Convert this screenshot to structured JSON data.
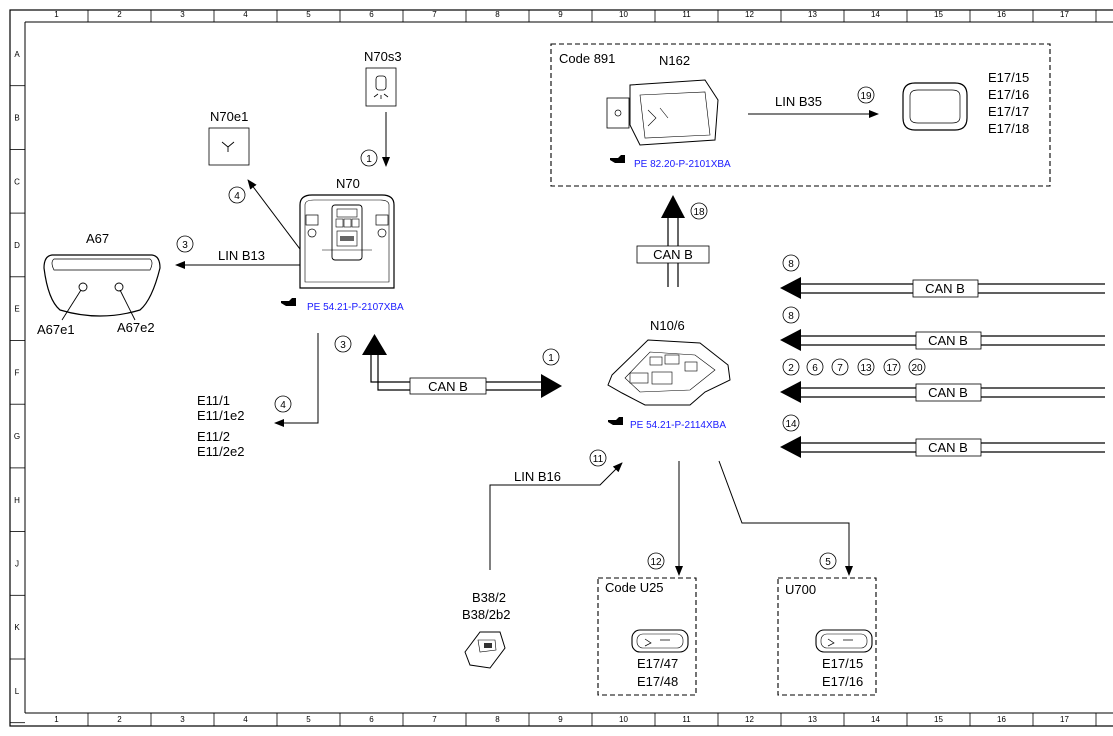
{
  "columns": [
    "1",
    "2",
    "3",
    "4",
    "5",
    "6",
    "7",
    "8",
    "9",
    "10",
    "11",
    "12",
    "13",
    "14",
    "15",
    "16",
    "17"
  ],
  "rows": [
    "A",
    "B",
    "C",
    "D",
    "E",
    "F",
    "G",
    "H",
    "J",
    "K",
    "L"
  ],
  "components": {
    "n70s3": "N70s3",
    "n70e1": "N70e1",
    "n70": "N70",
    "a67": "A67",
    "a67e1": "A67e1",
    "a67e2": "A67e2",
    "n162": "N162",
    "n10_6": "N10/6",
    "b38": [
      "B38/2",
      "B38/2b2"
    ],
    "e11": [
      "E11/1",
      "E11/1e2",
      "E11/2",
      "E11/2e2"
    ],
    "e17_top": [
      "E17/15",
      "E17/16",
      "E17/17",
      "E17/18"
    ],
    "e17_u25": [
      "E17/47",
      "E17/48"
    ],
    "e17_u700": [
      "E17/15",
      "E17/16"
    ]
  },
  "codes": {
    "code891": "Code 891",
    "codeU25": "Code U25",
    "u700": "U700"
  },
  "refs": {
    "n70": "PE 54.21-P-2107XBA",
    "n162": "PE 82.20-P-2101XBA",
    "n10": "PE 54.21-P-2114XBA"
  },
  "buses": {
    "lin_b13": "LIN B13",
    "lin_b35": "LIN B35",
    "lin_b16": "LIN B16",
    "can_b": "CAN B"
  },
  "signals": {
    "s1": "1",
    "s2": "2",
    "s3": "3",
    "s4": "4",
    "s5": "5",
    "s6": "6",
    "s7": "7",
    "s8": "8",
    "s11": "11",
    "s12": "12",
    "s13": "13",
    "s14": "14",
    "s17": "17",
    "s18": "18",
    "s19": "19",
    "s20": "20"
  },
  "colors": {
    "line": "#000000",
    "ref_text": "#1a1aff"
  }
}
